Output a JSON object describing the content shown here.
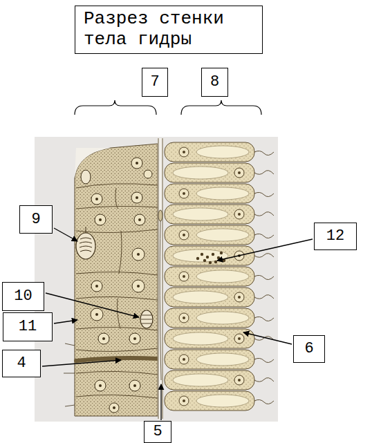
{
  "diagram": {
    "title": "Разрез стенки тела гидры",
    "nodes": [
      {
        "text": [
          "7"
        ]
      },
      {
        "text": [
          "8"
        ]
      },
      {
        "text": [
          "9"
        ]
      },
      {
        "text": [
          "12"
        ]
      },
      {
        "text": [
          "10"
        ]
      },
      {
        "text": [
          "11"
        ]
      },
      {
        "text": [
          "4"
        ]
      },
      {
        "text": [
          "6"
        ]
      },
      {
        "text": [
          "5"
        ]
      }
    ]
  }
}
